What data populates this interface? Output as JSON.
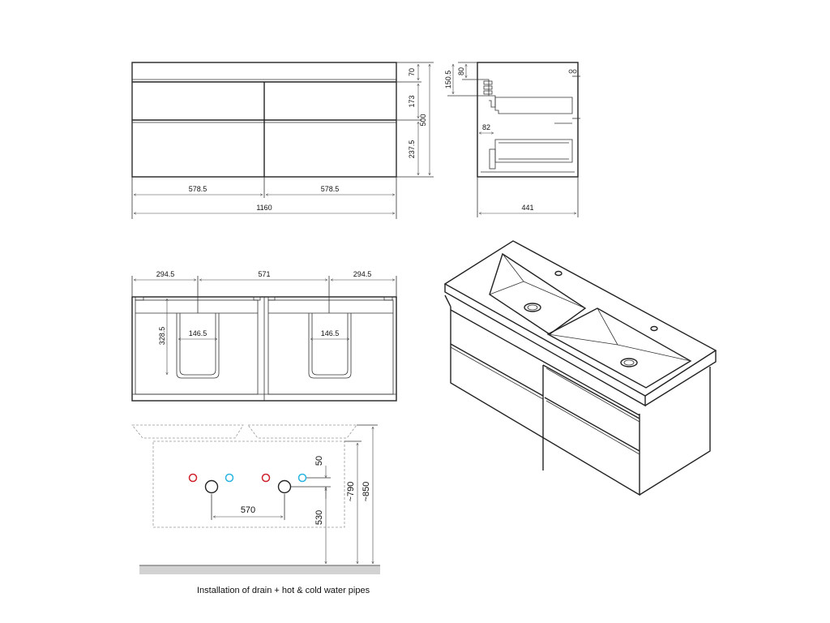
{
  "front_view": {
    "width_left": "578.5",
    "width_right": "578.5",
    "width_total": "1160",
    "height_top": "70",
    "height_drawer_upper": "173",
    "height_drawer_lower": "237.5",
    "height_total": "500"
  },
  "side_view": {
    "top_80": "80",
    "top_150_5": "150.5",
    "inset_82": "82",
    "depth_441": "441"
  },
  "top_view": {
    "span_left": "294.5",
    "span_middle": "571",
    "span_right": "294.5",
    "depth_328_5": "328.5",
    "cutout_left": "146.5",
    "cutout_right": "146.5"
  },
  "installation": {
    "drain_spacing": "570",
    "offset_50": "50",
    "height_530": "530",
    "height_790": "~790",
    "height_850": "~850",
    "caption": "Installation of drain + hot & cold water pipes",
    "hot_color": "#d0202a",
    "cold_color": "#27b4e0"
  }
}
